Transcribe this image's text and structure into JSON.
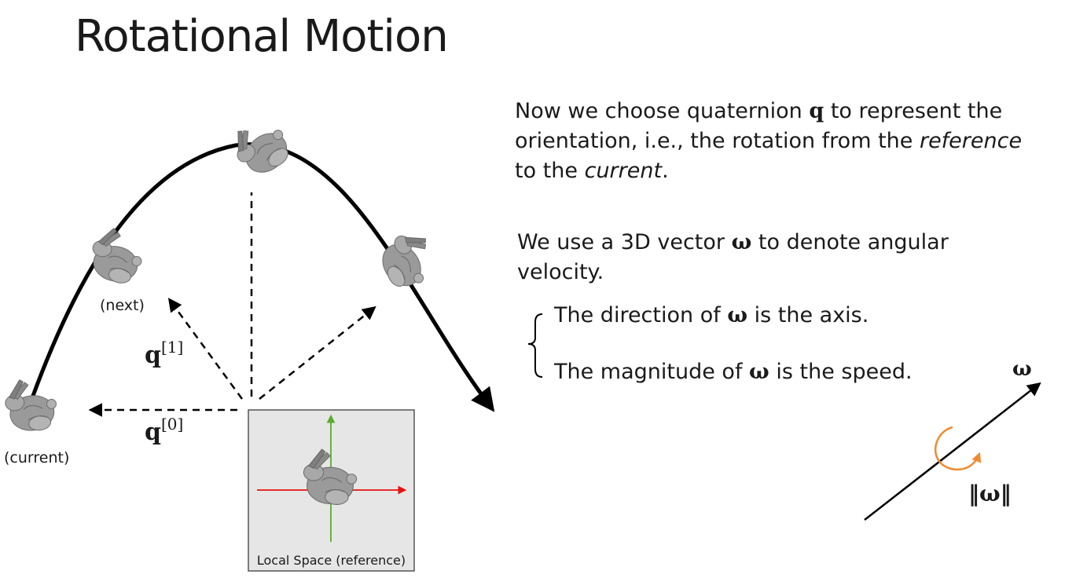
{
  "title": "Rotational Motion",
  "text": {
    "para1_a": "Now we choose quaternion ",
    "para1_q": "q",
    "para1_b": " to represent the",
    "para1_c": "orientation, i.e., the rotation from the ",
    "para1_ref": "reference",
    "para1_d": "to the ",
    "para1_cur": "current",
    "para1_e": ".",
    "para2_a": "We use a 3D vector ",
    "para2_w": "ω",
    "para2_b": " to denote angular",
    "para2_c": "velocity.",
    "dir_a": "The direction of ",
    "dir_w": "ω",
    "dir_b": " is the axis.",
    "mag_a": "The magnitude of ",
    "mag_w": "ω",
    "mag_b": " is the speed."
  },
  "diagram": {
    "label_next": "(next)",
    "label_current": "(current)",
    "q1_base": "q",
    "q1_sup": "[1]",
    "q0_base": "q",
    "q0_sup": "[0]",
    "local_space": "Local Space (reference)",
    "omega": "ω",
    "omega_norm": "‖ω‖"
  },
  "colors": {
    "x_axis": "#e8100c",
    "y_axis": "#5aac2c",
    "spin_arrow": "#f08a30",
    "box_bg": "#e6e6e6"
  }
}
